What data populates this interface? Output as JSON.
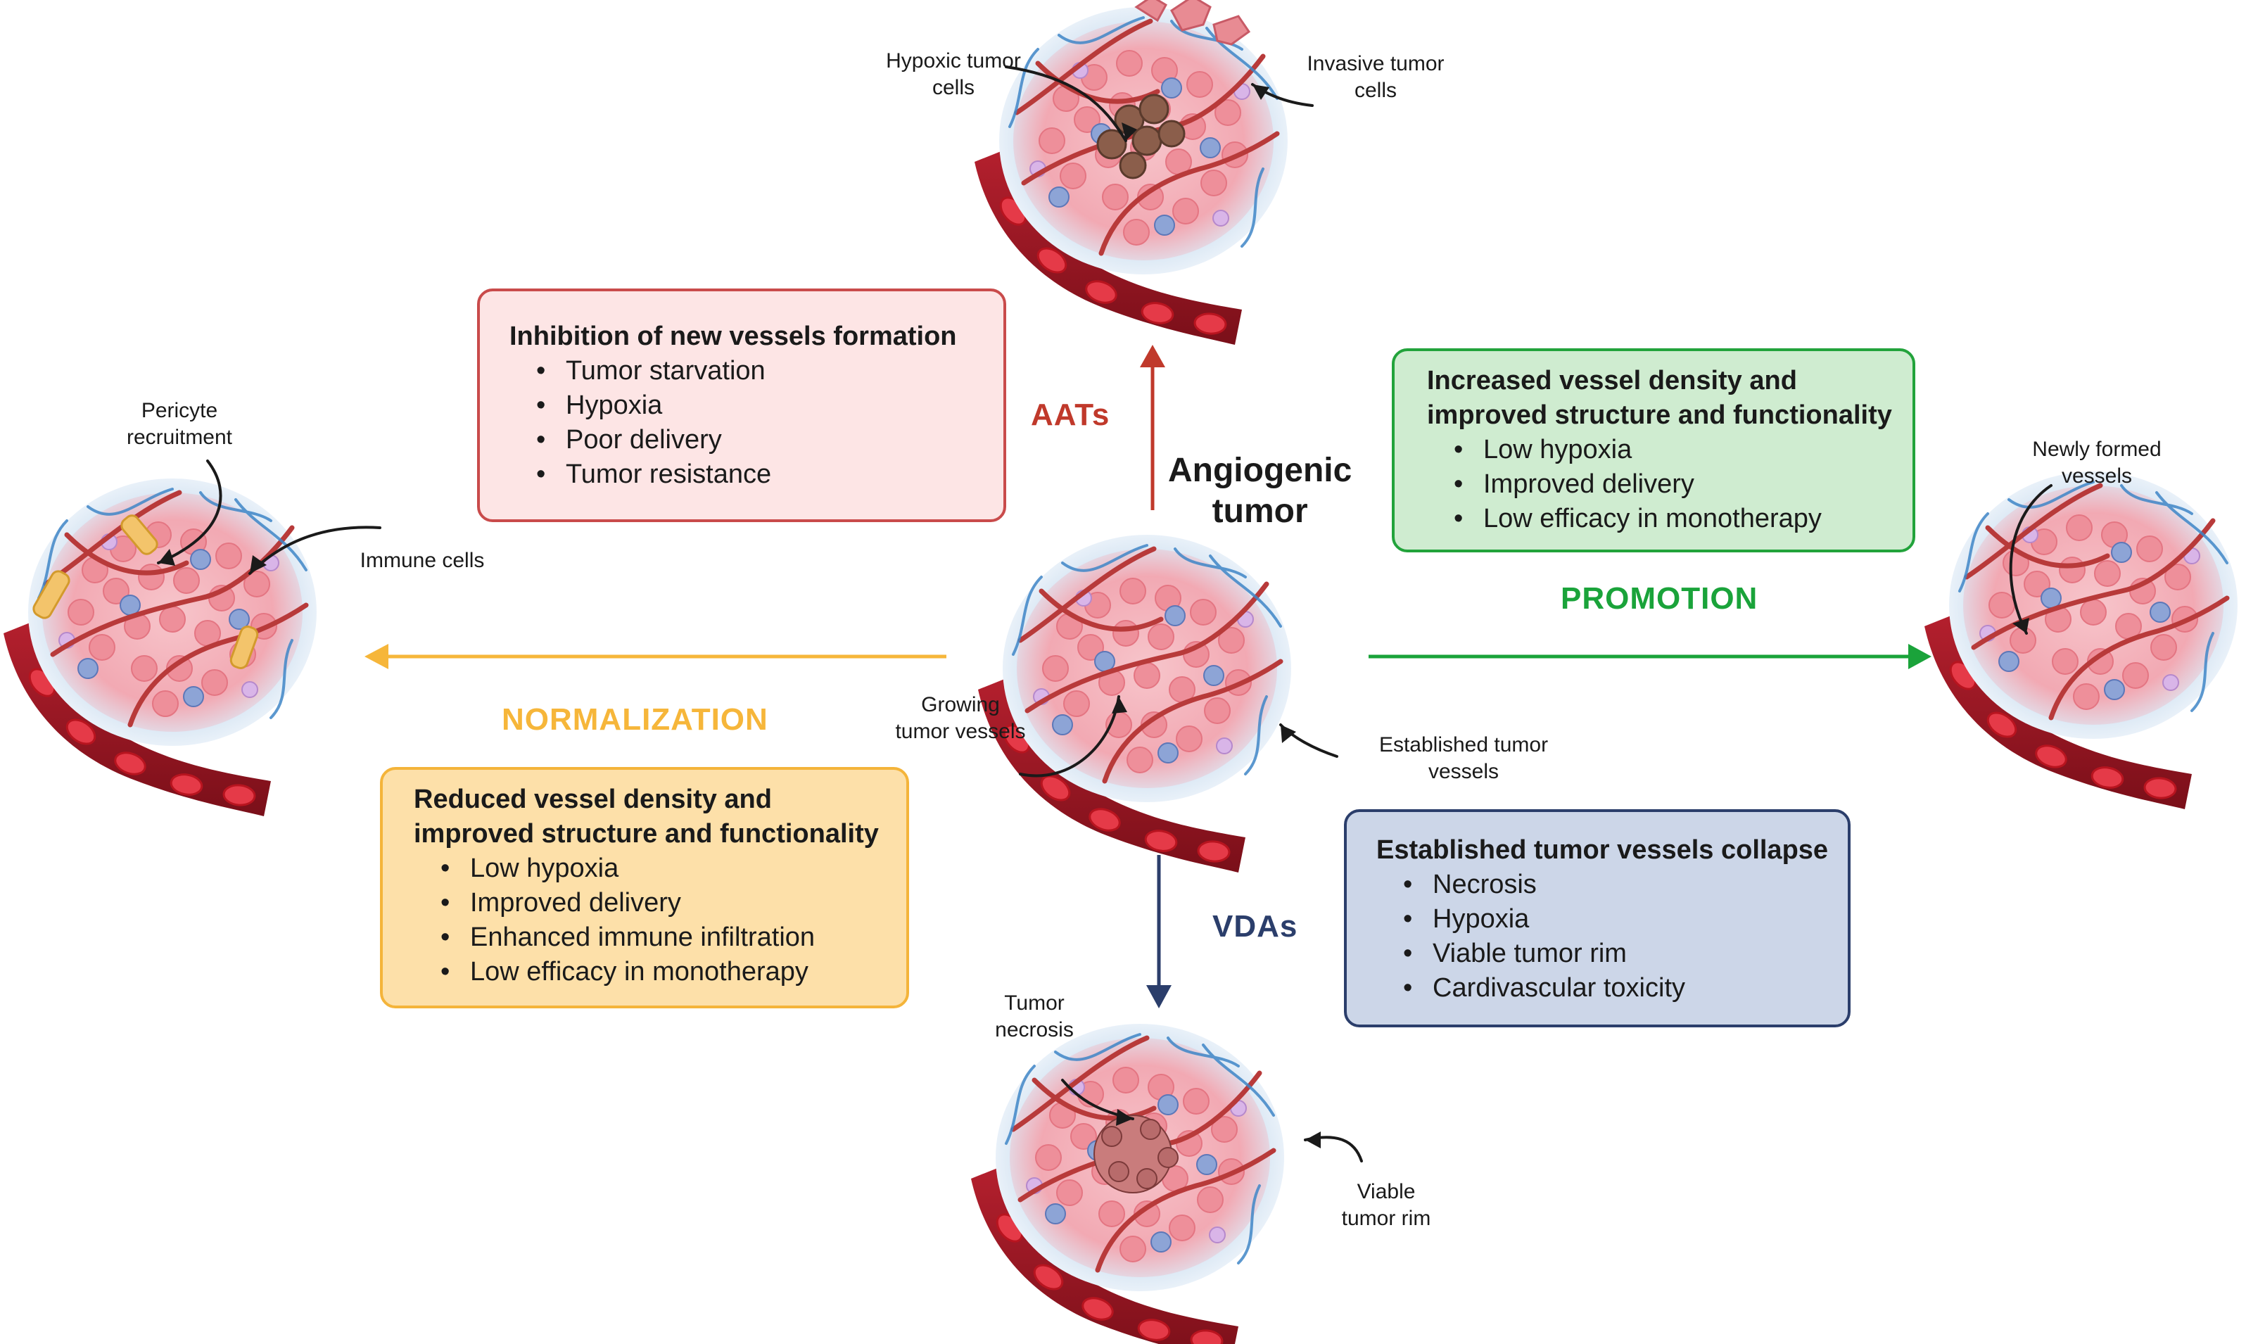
{
  "center": {
    "title_line1": "Angiogenic",
    "title_line2": "tumor"
  },
  "strategies": {
    "aats": "AATs",
    "promotion": "PROMOTION",
    "normalization": "NORMALIZATION",
    "vdas": "VDAs"
  },
  "boxes": {
    "aats": {
      "heading_lines": [
        "Inhibition of new vessels formation"
      ],
      "bullets": [
        "Tumor starvation",
        "Hypoxia",
        "Poor delivery",
        "Tumor resistance"
      ]
    },
    "promotion": {
      "heading_lines": [
        "Increased vessel density and",
        "improved structure and functionality"
      ],
      "bullets": [
        "Low hypoxia",
        "Improved delivery",
        "Low efficacy in monotherapy"
      ]
    },
    "normalization": {
      "heading_lines": [
        "Reduced vessel density and",
        "improved structure and functionality"
      ],
      "bullets": [
        "Low hypoxia",
        "Improved delivery",
        "Enhanced immune infiltration",
        "Low efficacy in monotherapy"
      ]
    },
    "vdas": {
      "heading_lines": [
        "Established tumor vessels collapse"
      ],
      "bullets": [
        "Necrosis",
        "Hypoxia",
        "Viable tumor rim",
        "Cardivascular toxicity"
      ]
    }
  },
  "labels": {
    "hypoxic": [
      "Hypoxic tumor",
      "cells"
    ],
    "invasive": [
      "Invasive tumor",
      "cells"
    ],
    "pericyte": [
      "Pericyte",
      "recruitment"
    ],
    "immune": [
      "Immune cells"
    ],
    "newly": [
      "Newly formed",
      "vessels"
    ],
    "growing": [
      "Growing",
      "tumor vessels"
    ],
    "established": [
      "Established tumor",
      "vessels"
    ],
    "necrosis": [
      "Tumor",
      "necrosis"
    ],
    "rim": [
      "Viable",
      "tumor rim"
    ]
  },
  "colors": {
    "aats": "#c0392b",
    "promotion": "#1aa33a",
    "normalization": "#f6b63a",
    "vdas": "#2b3e6b",
    "aats_box_fill": "#fde5e5",
    "aats_box_border": "#c94b4b",
    "promotion_box_fill": "#cfecd0",
    "promotion_box_border": "#22a33b",
    "normalization_box_fill": "#fde0a9",
    "normalization_box_border": "#f4b43a",
    "vdas_box_fill": "#ccd6e8",
    "vdas_box_border": "#2b3e6b"
  }
}
